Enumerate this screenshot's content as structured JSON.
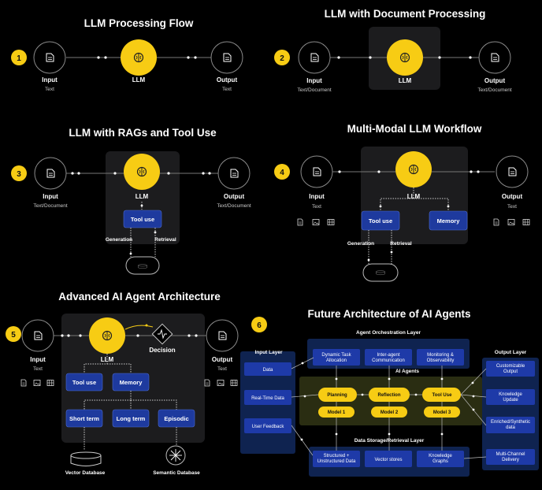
{
  "d1": {
    "num": "1",
    "title": "LLM Processing Flow",
    "input": "Input",
    "input_sub": "Text",
    "llm": "LLM",
    "output": "Output",
    "output_sub": "Text"
  },
  "d2": {
    "num": "2",
    "title": "LLM with Document Processing",
    "input": "Input",
    "input_sub": "Text/Document",
    "llm": "LLM",
    "output": "Output",
    "output_sub": "Text/Document"
  },
  "d3": {
    "num": "3",
    "title": "LLM with RAGs and Tool Use",
    "input": "Input",
    "input_sub": "Text/Document",
    "llm": "LLM",
    "output": "Output",
    "output_sub": "Text/Document",
    "tool": "Tool use",
    "generation": "Generation",
    "retrieval": "Retrieval"
  },
  "d4": {
    "num": "4",
    "title": "Multi-Modal LLM Workflow",
    "input": "Input",
    "input_sub": "Text",
    "llm": "LLM",
    "output": "Output",
    "output_sub": "Text",
    "tool": "Tool use",
    "memory": "Memory",
    "generation": "Generation",
    "retrieval": "Retrieval"
  },
  "d5": {
    "num": "5",
    "title": "Advanced AI Agent Architecture",
    "input": "Input",
    "input_sub": "Text",
    "llm": "LLM",
    "output": "Output",
    "output_sub": "Text",
    "decision": "Decision",
    "tool": "Tool use",
    "memory": "Memory",
    "short": "Short term",
    "long": "Long term",
    "episodic": "Episodic",
    "vector_db": "Vector Database",
    "semantic_db": "Semantic Database"
  },
  "d6": {
    "num": "6",
    "title": "Future Architecture of AI Agents",
    "orch_layer": "Agent Orchestration Layer",
    "orch": [
      "Dynamic Task Allocation",
      "Inter-agent Communication",
      "Monitoring & Observability"
    ],
    "input_layer": "Input Layer",
    "inputs": [
      "Data",
      "Real-Time Data",
      "User Feedback"
    ],
    "output_layer": "Output Layer",
    "outputs": [
      "Customizable Output",
      "Knowledge Update",
      "Enriched/Synthetic data",
      "Multi-Channel Delivery"
    ],
    "agents_title": "AI Agents",
    "agents": [
      "Planning",
      "Reflection",
      "Tool Use"
    ],
    "models": [
      "Model 1",
      "Model 2",
      "Model 3"
    ],
    "storage_layer": "Data Storage/Retrieval Layer",
    "storage": [
      "Structured + Unstructured Data",
      "Vector stores",
      "Knowledge Graphs"
    ]
  },
  "colors": {
    "yellow": "#f7cc14",
    "blue": "#1e3a9e",
    "panel": "#1c1c1e",
    "navy": "#0f2350",
    "olive": "#2a2d12"
  }
}
